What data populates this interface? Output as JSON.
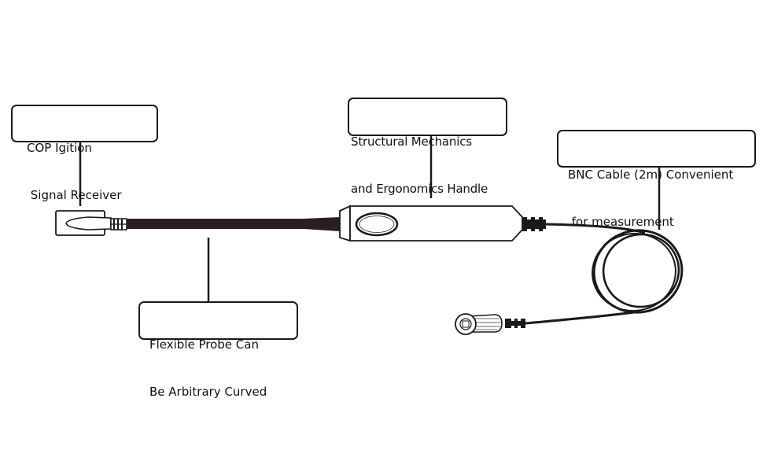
{
  "diagram": {
    "title": "Ignition probe component diagram",
    "callouts": {
      "cop_receiver": {
        "lines": [
          "COP Igition",
          " Signal Receiver"
        ]
      },
      "handle": {
        "lines": [
          "Structural Mechanics",
          "and Ergonomics Handle"
        ]
      },
      "bnc_cable": {
        "lines": [
          "BNC Cable (2m) Convenient",
          " for measurement"
        ]
      },
      "flexible_probe": {
        "lines": [
          "Flexible Probe Can",
          "Be Arbitrary Curved"
        ]
      }
    },
    "colors": {
      "stroke": "#1a1a1a",
      "cable": "#2a1f1f",
      "background": "#ffffff"
    }
  }
}
